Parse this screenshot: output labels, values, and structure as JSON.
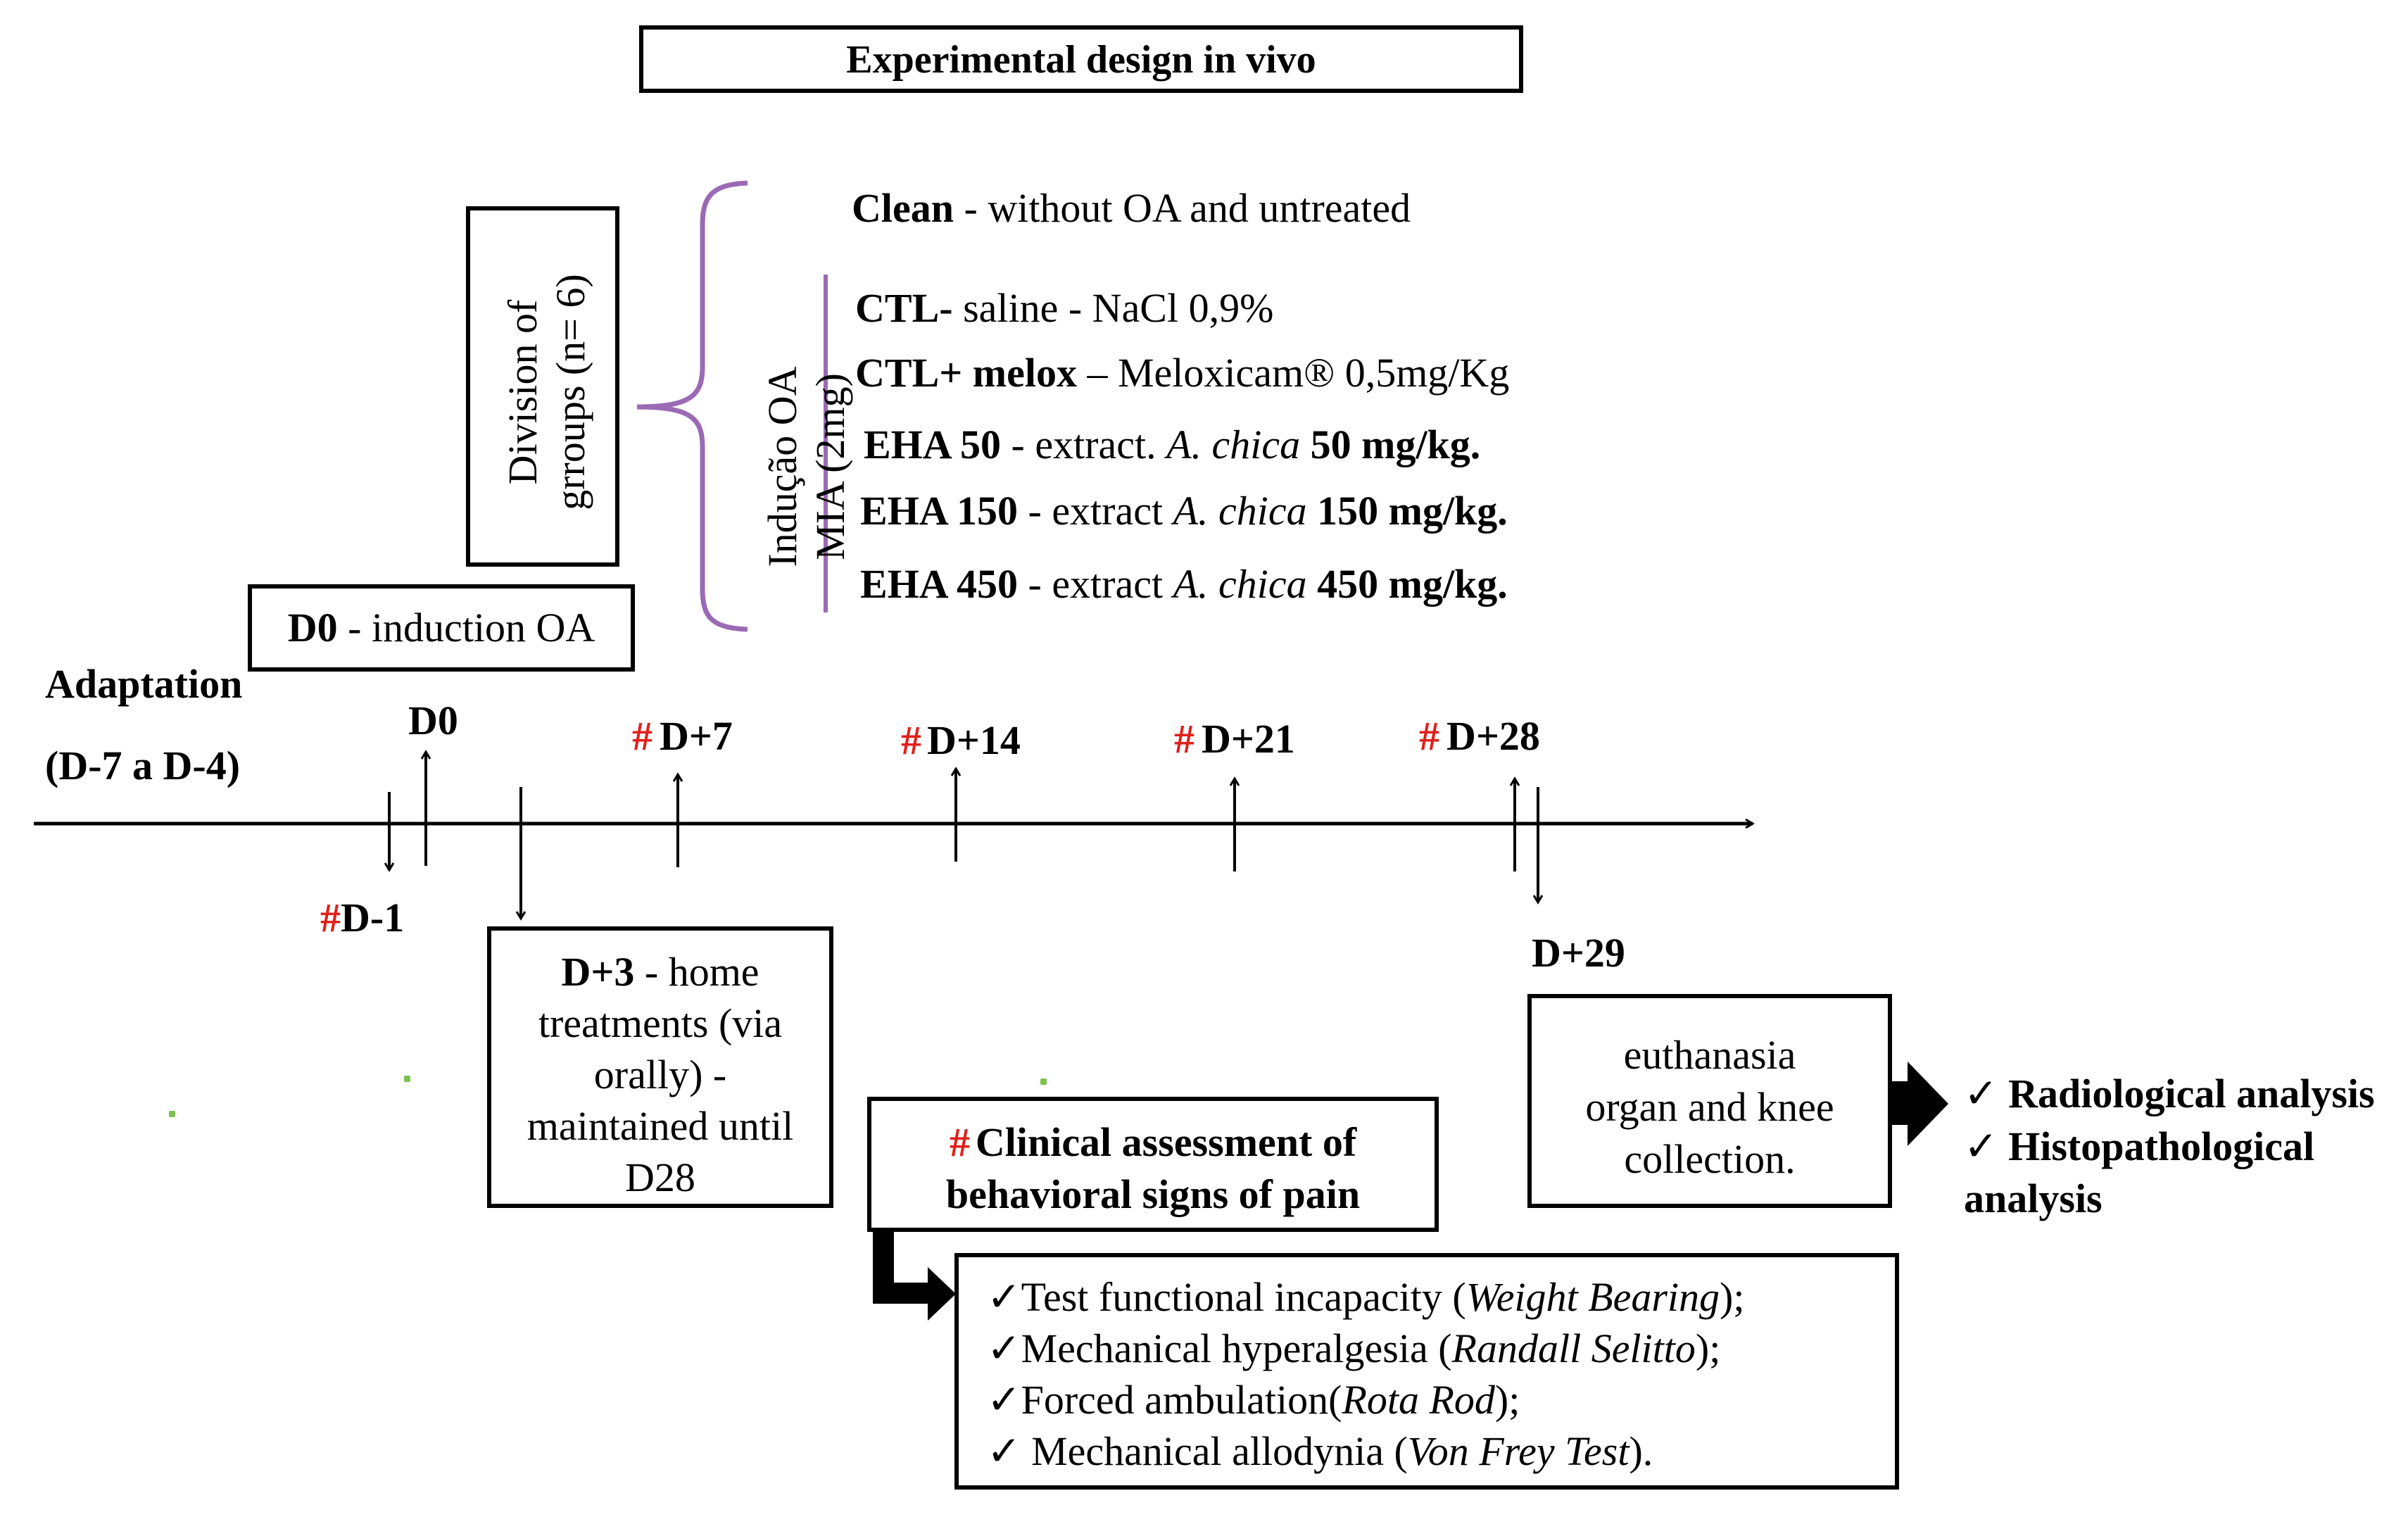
{
  "title": "Experimental design in vivo",
  "division_box": {
    "line1": "Division of",
    "line2": "grroups (n= 6)"
  },
  "induction_label": {
    "line1": "Indução OA",
    "line2": "MIA (2mg)"
  },
  "groups": {
    "clean": {
      "name": "Clean",
      "desc": " - without OA and untreated"
    },
    "ctl_minus": {
      "name": "CTL-",
      "desc": "  saline - NaCl 0,9%"
    },
    "ctl_plus": {
      "name": "CTL+ melox",
      "desc": " –  Meloxicam®  0,5mg/Kg"
    },
    "eha50": {
      "name": "EHA 50",
      "pre": " - extract. ",
      "species": "A. chica",
      "dose": " 50 mg/kg."
    },
    "eha150": {
      "name": "EHA 150",
      "pre": " - extract ",
      "species": "A. chica",
      "dose": " 150 mg/kg."
    },
    "eha450": {
      "name": "EHA 450",
      "pre": " - extract ",
      "species": "A. chica",
      "dose": " 450 mg/kg."
    }
  },
  "d0_box": {
    "day": "D0",
    "text": " - induction OA"
  },
  "adaptation": {
    "line1": "Adaptation",
    "line2": "(D-7 a D-4)"
  },
  "hash": "#",
  "timeline": {
    "d0": "D0",
    "d_minus1": "D-1",
    "d7": "D+7",
    "d14": "D+14",
    "d21": "D+21",
    "d28": "D+28",
    "d29": "D+29"
  },
  "treatment_box": {
    "day": "D+3",
    "line1_rest": " - home",
    "line2": "treatments (via",
    "line3": "orally) -",
    "line4": "maintained until",
    "line5": "D28"
  },
  "clinical_box": {
    "line1": "Clinical assessment of",
    "line2": "behavioral signs of pain"
  },
  "tests": [
    {
      "check": "✓",
      "text": "Test functional  incapacity (",
      "italic": "Weight Bearing",
      "end": ");"
    },
    {
      "check": "✓",
      "text": "Mechanical hyperalgesia (",
      "italic": "Randall Selitto",
      "end": ");"
    },
    {
      "check": "✓",
      "text": "Forced ambulation(",
      "italic": "Rota Rod",
      "end": ");"
    },
    {
      "check": "✓",
      "text": " Mechanical allodynia (",
      "italic": "Von Frey Test",
      "end": ")."
    }
  ],
  "euthanasia_box": {
    "line1": "euthanasia",
    "line2": "organ and knee",
    "line3": "collection."
  },
  "analysis": [
    {
      "check": "✓",
      "text": " Radiological analysis"
    },
    {
      "check": "✓",
      "text": " Histopathological"
    },
    {
      "check": "",
      "text": "analysis"
    }
  ],
  "colors": {
    "hash_red": "#e0201b",
    "brace_purple": "#9b6ab5",
    "dot_green": "#7cc24e"
  }
}
